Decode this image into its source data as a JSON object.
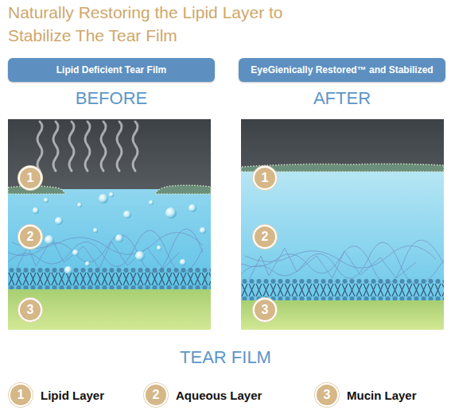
{
  "diagram": {
    "title": "Naturally Restoring the Lipid Layer to Stabilize The Tear Film",
    "nodes": [
      {
        "text": [
          "Lipid Deficient Tear Film"
        ]
      },
      {
        "text": [
          "EyeGienically Restored™ and Stabilized"
        ]
      },
      {
        "text": [
          "1"
        ]
      },
      {
        "text": [
          "2"
        ]
      },
      {
        "text": [
          "3"
        ]
      },
      {
        "text": [
          "1"
        ]
      },
      {
        "text": [
          "2"
        ]
      },
      {
        "text": [
          "3"
        ]
      },
      {
        "text": [
          "1",
          "Lipid Layer"
        ]
      },
      {
        "text": [
          "2",
          "Aqueous Layer"
        ]
      },
      {
        "text": [
          "3",
          "Mucin Layer"
        ]
      }
    ],
    "labels": [
      "BEFORE",
      "AFTER",
      "TEAR FILM"
    ]
  }
}
